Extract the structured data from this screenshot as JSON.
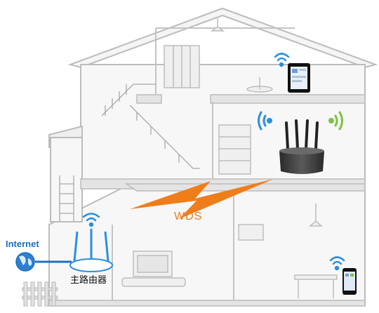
{
  "labels": {
    "internet": "Internet",
    "wds": "WDS",
    "main_router": "主路由器"
  },
  "colors": {
    "wall_line": "#bcbcbc",
    "wall_fill": "#f4f4f4",
    "internet_blue": "#1f6fc0",
    "wifi_blue": "#2a8fe0",
    "wifi_green": "#7cc242",
    "wds_orange": "#ef7d1a",
    "router_dark": "#333333"
  },
  "icons": [
    "globe-icon",
    "wifi-icon",
    "lightning-bolt-icon",
    "router-icon",
    "tablet-icon",
    "phone-icon"
  ]
}
